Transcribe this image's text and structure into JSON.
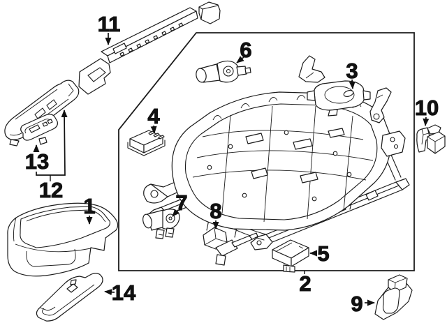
{
  "colors": {
    "background": "#ffffff",
    "line_art": "#1b1b1b",
    "label_text": "#111111"
  },
  "diagram": {
    "type": "exploded-parts-diagram",
    "subject": "front seat components line drawing",
    "callouts": {
      "c1": "1",
      "c2": "2",
      "c3": "3",
      "c4": "4",
      "c5": "5",
      "c6": "6",
      "c7": "7",
      "c8": "8",
      "c9": "9",
      "c10": "10",
      "c11": "11",
      "c12": "12",
      "c13": "13",
      "c14": "14"
    }
  }
}
